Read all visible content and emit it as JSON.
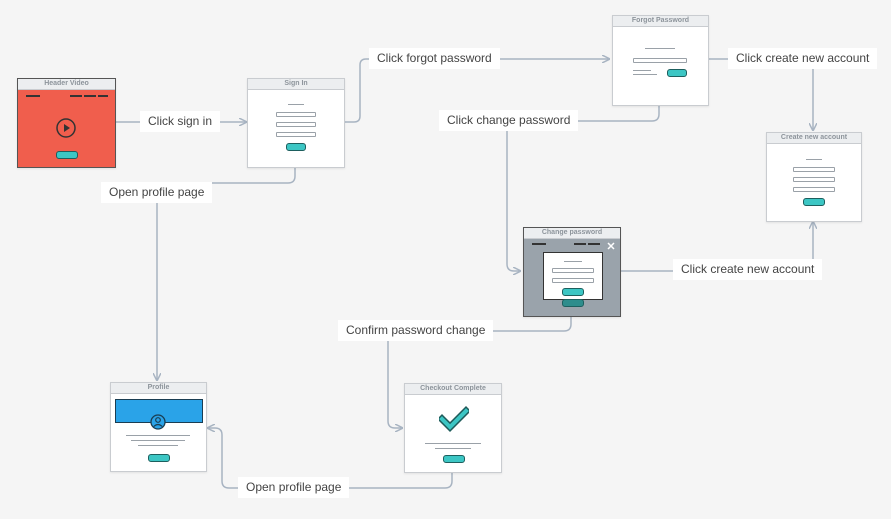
{
  "nodes": {
    "header_video": {
      "title": "Header Video"
    },
    "sign_in": {
      "title": "Sign In"
    },
    "forgot_password": {
      "title": "Forgot Password"
    },
    "create_account": {
      "title": "Create new account"
    },
    "change_password": {
      "title": "Change password"
    },
    "profile": {
      "title": "Profile"
    },
    "checkout_complete": {
      "title": "Checkout Complete"
    }
  },
  "edges": {
    "click_sign_in": "Click sign in",
    "click_forgot_password": "Click forgot password",
    "click_create_account_top": "Click create new account",
    "click_change_password": "Click change password",
    "open_profile_top": "Open profile page",
    "click_create_account_mid": "Click create new account",
    "confirm_password_change": "Confirm password change",
    "open_profile_bottom": "Open profile page"
  },
  "colors": {
    "connector": "#a8b4c2",
    "video_bg": "#f05e4d",
    "profile_banner": "#2aa3e8",
    "button": "#3cc6c4",
    "modal_overlay": "#9aa3ab"
  }
}
